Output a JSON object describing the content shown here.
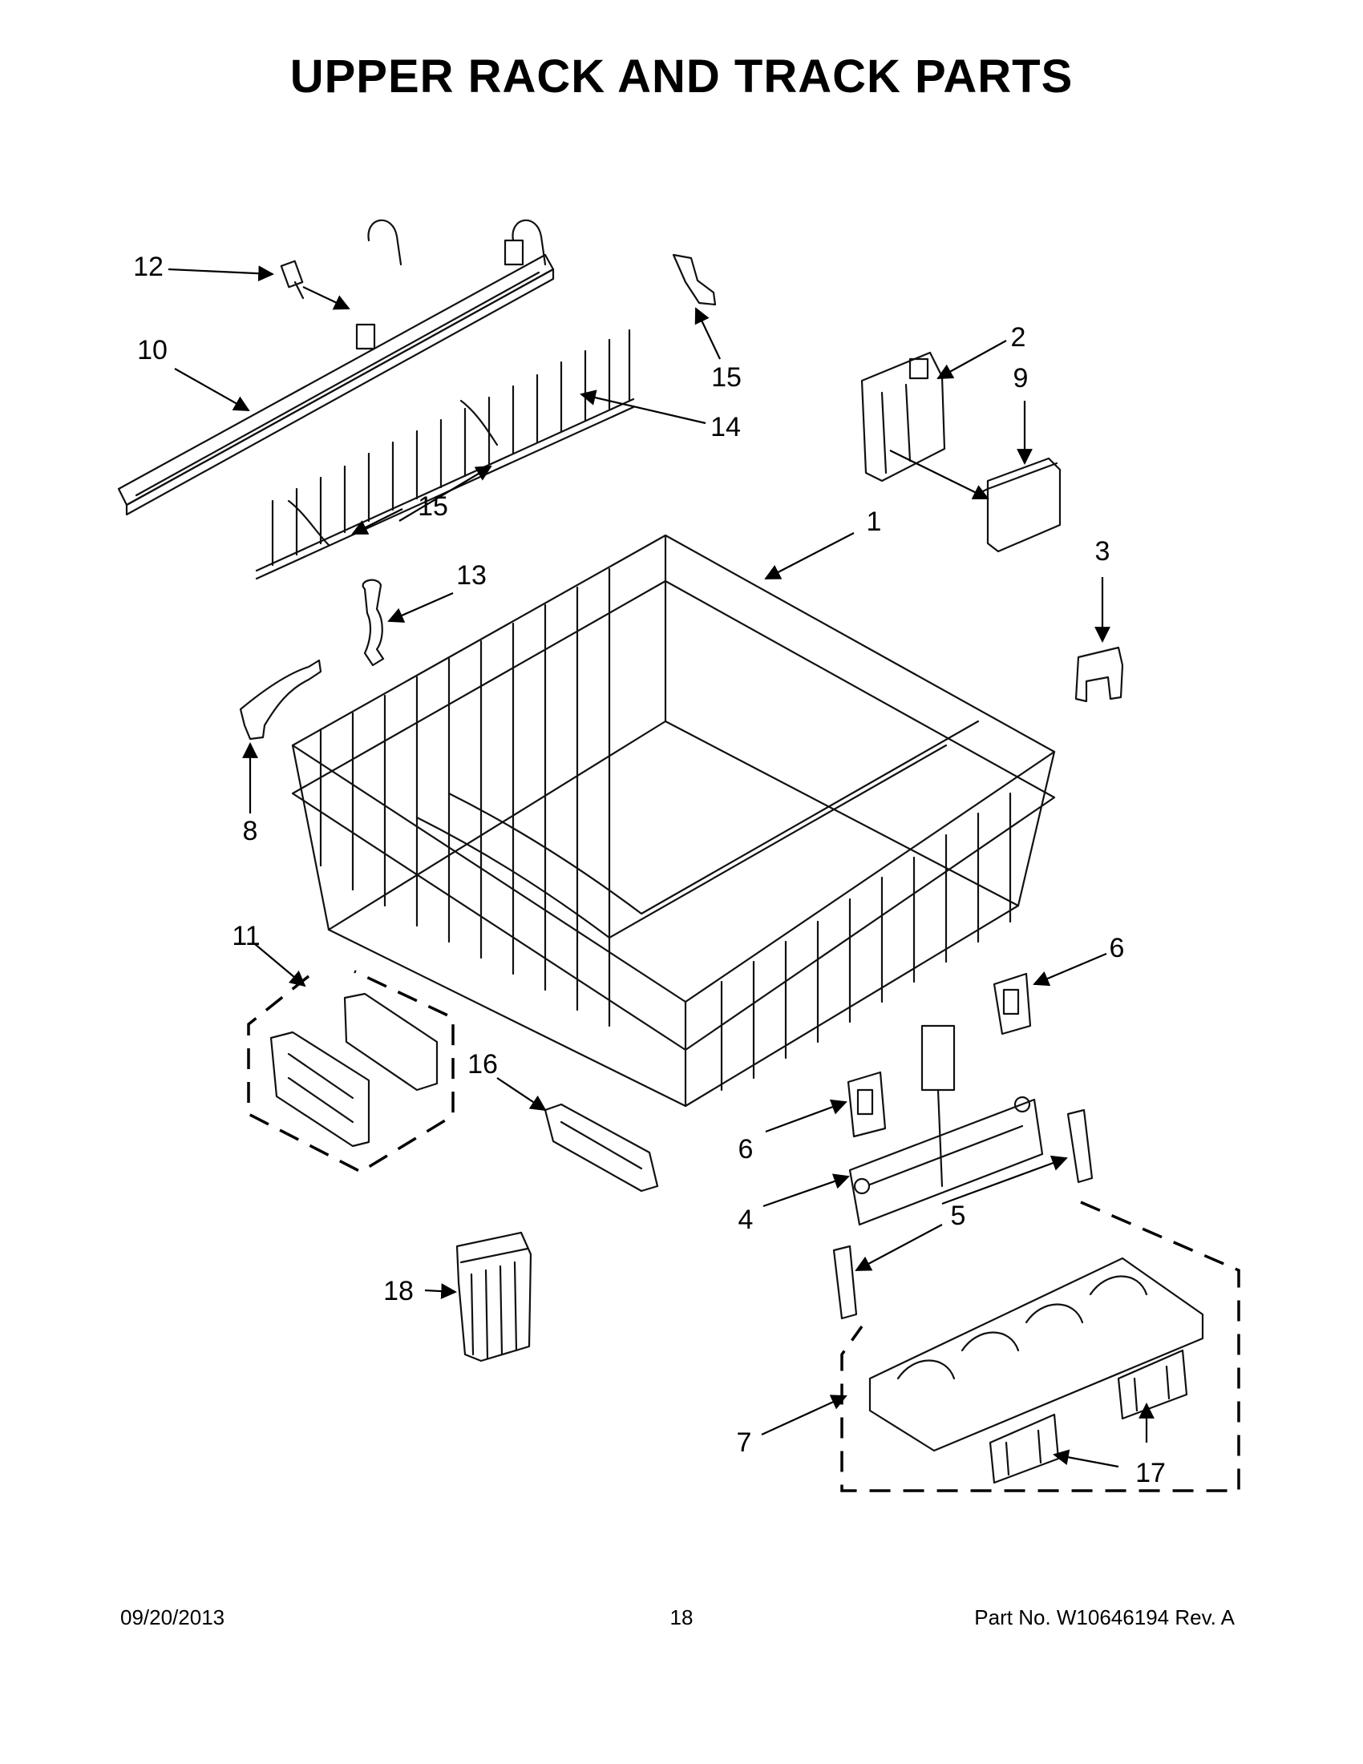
{
  "title": "UPPER RACK AND TRACK PARTS",
  "callouts": {
    "c1": "1",
    "c2": "2",
    "c3": "3",
    "c4": "4",
    "c5": "5",
    "c6a": "6",
    "c6b": "6",
    "c7": "7",
    "c8": "8",
    "c9": "9",
    "c10": "10",
    "c11": "11",
    "c12": "12",
    "c13": "13",
    "c14": "14",
    "c15a": "15",
    "c15b": "15",
    "c16": "16",
    "c17": "17",
    "c18": "18"
  },
  "footer": {
    "date": "09/20/2013",
    "page": "18",
    "part_no": "Part No.  W10646194  Rev.  A"
  }
}
